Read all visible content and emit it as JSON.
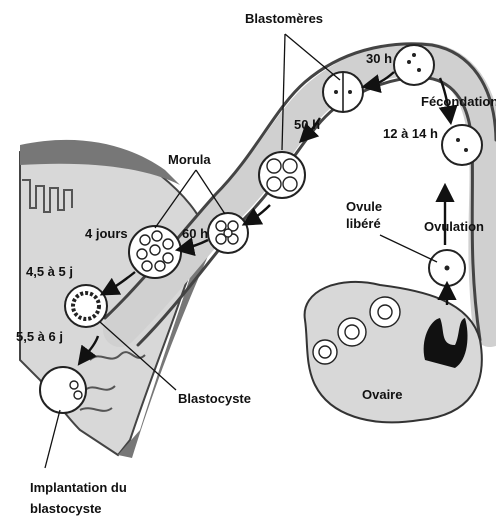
{
  "labels": {
    "blastomeres": "Blastomères",
    "h30": "30 h",
    "fecondation": "Fécondation",
    "h12_14": "12 à 14 h",
    "morula": "Morula",
    "h50": "50 h",
    "jours4": "4 jours",
    "h60": "60 h",
    "ovule_line1": "Ovule",
    "ovule_line2": "libéré",
    "ovulation": "Ovulation",
    "j45_5": "4,5 à 5 j",
    "j55_6": "5,5 à 6 j",
    "blastocyste": "Blastocyste",
    "ovaire": "Ovaire",
    "implantation_line1": "Implantation du",
    "implantation_line2": "blastocyste"
  },
  "colors": {
    "wall_gray": "#bdbdbd",
    "wall_dark": "#6f6f6f",
    "ink": "#111111"
  }
}
